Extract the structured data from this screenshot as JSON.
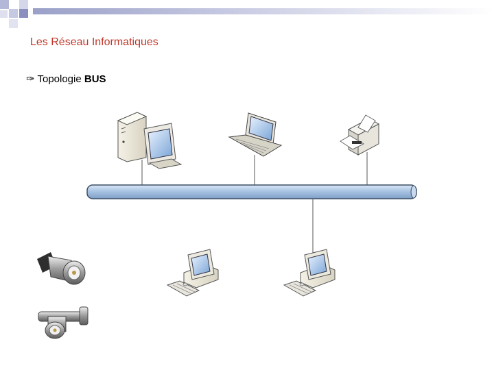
{
  "slide": {
    "title": "Les Réseau Informatiques",
    "bullet_symbol": "✑",
    "bullet_text": "Topologie",
    "bullet_bold": "BUS"
  },
  "diagram": {
    "type": "bus-topology",
    "bus_color": "#a9c4e4",
    "nodes_top": [
      "tower-workstation",
      "laptop",
      "printer"
    ],
    "nodes_bottom": [
      "desktop-pc",
      "desktop-pc"
    ],
    "connectors": [
      "bnc-connector",
      "bnc-t-connector"
    ]
  }
}
